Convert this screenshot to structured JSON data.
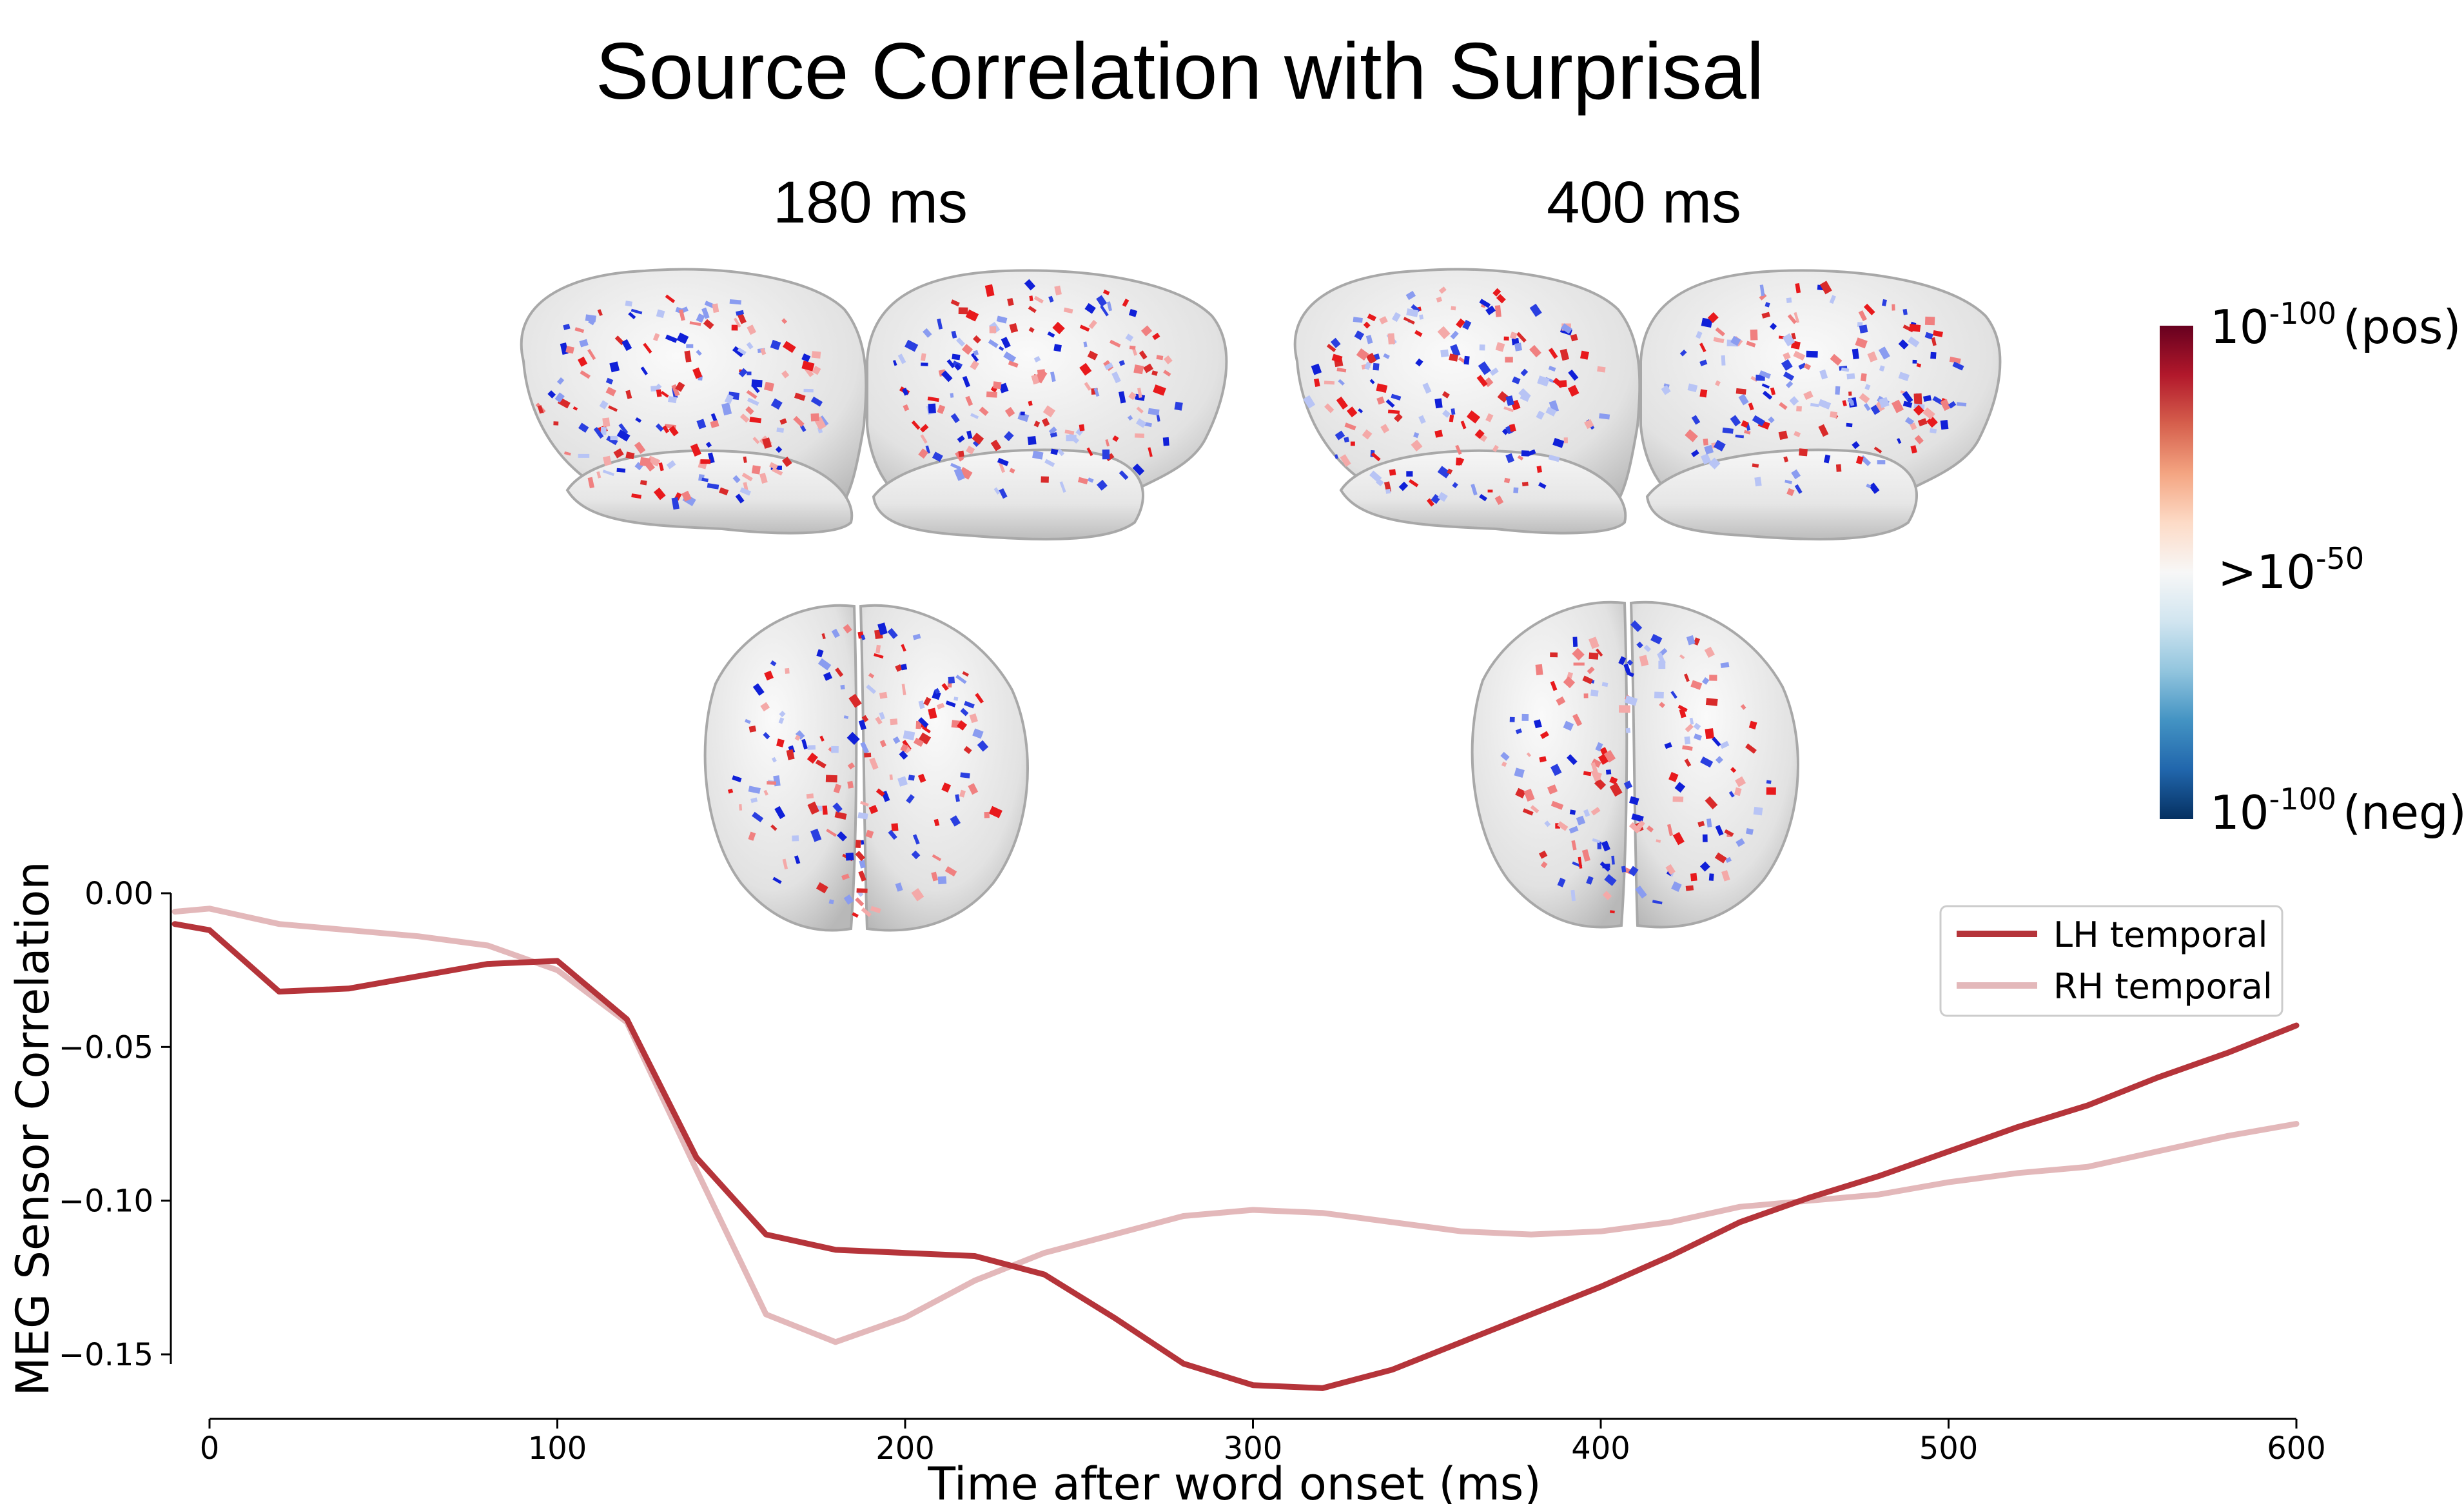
{
  "title": "Source Correlation with Surprisal",
  "brain_panels": {
    "timepoints": [
      "180 ms",
      "400 ms"
    ]
  },
  "colorbar": {
    "colormap": "RdBu_r",
    "colors": [
      "#053061",
      "#2166ac",
      "#4393c3",
      "#92c5de",
      "#d1e5f0",
      "#f7f7f7",
      "#fddbc7",
      "#f4a582",
      "#d6604d",
      "#b2182b",
      "#67001f"
    ],
    "top_base": "10",
    "top_exp": "-100",
    "top_suffix": "(pos)",
    "mid_prefix": ">10",
    "mid_exp": "-50",
    "bottom_base": "10",
    "bottom_exp": "-100",
    "bottom_suffix": "(neg)"
  },
  "chart_data": {
    "type": "line",
    "xlabel": "Time after word onset (ms)",
    "ylabel": "MEG Sensor Correlation",
    "xlim": [
      -10,
      600
    ],
    "ylim": [
      -0.168,
      0.0
    ],
    "xticks": [
      0,
      100,
      200,
      300,
      400,
      500,
      600
    ],
    "xtick_labels": [
      "0",
      "100",
      "200",
      "300",
      "400",
      "500",
      "600"
    ],
    "yticks": [
      0.0,
      -0.05,
      -0.1,
      -0.15
    ],
    "ytick_labels": [
      "0.00",
      "−0.05",
      "−0.10",
      "−0.15"
    ],
    "legend_position": "upper right",
    "x": [
      -10,
      0,
      20,
      40,
      60,
      80,
      100,
      120,
      140,
      160,
      180,
      200,
      220,
      240,
      260,
      280,
      300,
      320,
      340,
      360,
      380,
      400,
      420,
      440,
      460,
      480,
      500,
      520,
      540,
      560,
      580,
      600
    ],
    "series": [
      {
        "name": "LH temporal",
        "color": "#b5343a",
        "values": [
          -0.01,
          -0.012,
          -0.032,
          -0.031,
          -0.027,
          -0.023,
          -0.022,
          -0.041,
          -0.086,
          -0.111,
          -0.116,
          -0.117,
          -0.118,
          -0.124,
          -0.138,
          -0.153,
          -0.16,
          -0.161,
          -0.155,
          -0.146,
          -0.137,
          -0.128,
          -0.118,
          -0.107,
          -0.099,
          -0.092,
          -0.084,
          -0.076,
          -0.069,
          -0.06,
          -0.052,
          -0.043
        ]
      },
      {
        "name": "RH temporal",
        "color": "#e3b8ba",
        "values": [
          -0.006,
          -0.005,
          -0.01,
          -0.012,
          -0.014,
          -0.017,
          -0.025,
          -0.042,
          -0.09,
          -0.137,
          -0.146,
          -0.138,
          -0.126,
          -0.117,
          -0.111,
          -0.105,
          -0.103,
          -0.104,
          -0.107,
          -0.11,
          -0.111,
          -0.11,
          -0.107,
          -0.102,
          -0.1,
          -0.098,
          -0.094,
          -0.091,
          -0.089,
          -0.084,
          -0.079,
          -0.075
        ]
      }
    ]
  }
}
